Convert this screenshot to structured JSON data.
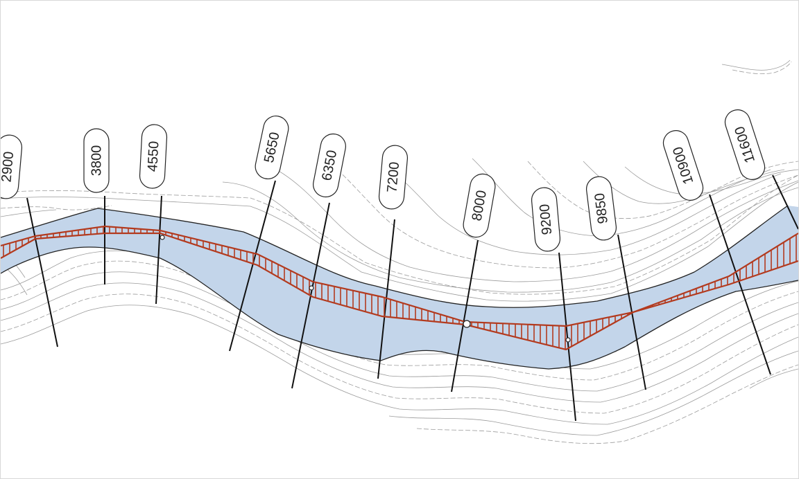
{
  "station_labels": [
    "2900",
    "3800",
    "4550",
    "5650",
    "6350",
    "7200",
    "8000",
    "9200",
    "9850",
    "10900",
    "11600"
  ],
  "colors": {
    "water": "#c3d5ea",
    "route_hatch": "#b33a1e",
    "section_lines": "#111111",
    "contours": "#9a9a9a"
  }
}
